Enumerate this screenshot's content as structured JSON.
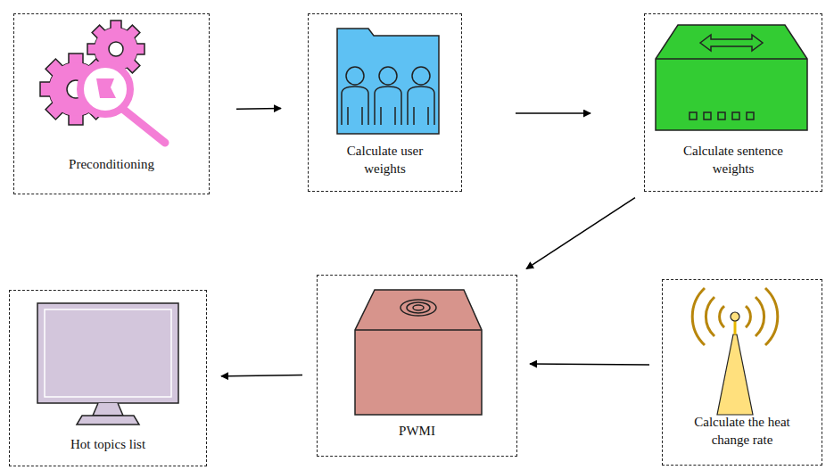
{
  "diagram": {
    "nodes": [
      {
        "text": [
          "Preconditioning"
        ]
      },
      {
        "text": [
          "Calculate user weights"
        ]
      },
      {
        "text": [
          "Calculate sentence weights"
        ]
      },
      {
        "text": [
          "PWMI"
        ]
      },
      {
        "text": [
          "Calculate the heat change rate"
        ]
      },
      {
        "text": [
          "Hot topics list"
        ]
      }
    ],
    "edges": [
      {
        "from": 0,
        "to": 1,
        "arrow": "to"
      },
      {
        "from": 1,
        "to": 2,
        "arrow": "to"
      },
      {
        "from": 2,
        "to": 3,
        "arrow": "to"
      },
      {
        "from": 4,
        "to": 3,
        "arrow": "to"
      },
      {
        "from": 3,
        "to": 5,
        "arrow": "to"
      }
    ]
  }
}
